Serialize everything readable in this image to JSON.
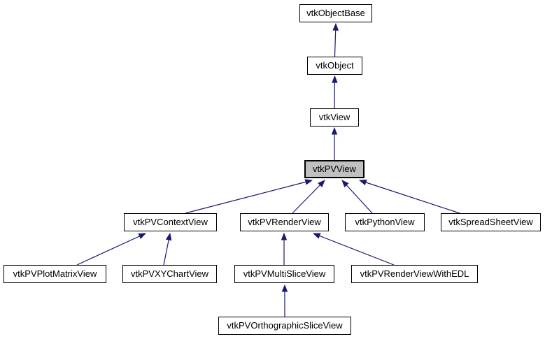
{
  "diagram": {
    "kind": "class-inheritance-graph",
    "colors": {
      "edge": "#191970",
      "node-border": "#000000",
      "node-fill": "#ffffff",
      "highlight-fill": "#c0c0c0",
      "text": "#000000",
      "background": "#ffffff"
    },
    "nodes": [
      {
        "id": "vtkObjectBase",
        "label": "vtkObjectBase",
        "highlighted": false
      },
      {
        "id": "vtkObject",
        "label": "vtkObject",
        "highlighted": false
      },
      {
        "id": "vtkView",
        "label": "vtkView",
        "highlighted": false
      },
      {
        "id": "vtkPVView",
        "label": "vtkPVView",
        "highlighted": true
      },
      {
        "id": "vtkPVContextView",
        "label": "vtkPVContextView",
        "highlighted": false
      },
      {
        "id": "vtkPVRenderView",
        "label": "vtkPVRenderView",
        "highlighted": false
      },
      {
        "id": "vtkPythonView",
        "label": "vtkPythonView",
        "highlighted": false
      },
      {
        "id": "vtkSpreadSheetView",
        "label": "vtkSpreadSheetView",
        "highlighted": false
      },
      {
        "id": "vtkPVPlotMatrixView",
        "label": "vtkPVPlotMatrixView",
        "highlighted": false
      },
      {
        "id": "vtkPVXYChartView",
        "label": "vtkPVXYChartView",
        "highlighted": false
      },
      {
        "id": "vtkPVMultiSliceView",
        "label": "vtkPVMultiSliceView",
        "highlighted": false
      },
      {
        "id": "vtkPVRenderViewWithEDL",
        "label": "vtkPVRenderViewWithEDL",
        "highlighted": false
      },
      {
        "id": "vtkPVOrthographicSliceView",
        "label": "vtkPVOrthographicSliceView",
        "highlighted": false
      }
    ],
    "edges": [
      {
        "from": "vtkObject",
        "to": "vtkObjectBase"
      },
      {
        "from": "vtkView",
        "to": "vtkObject"
      },
      {
        "from": "vtkPVView",
        "to": "vtkView"
      },
      {
        "from": "vtkPVContextView",
        "to": "vtkPVView"
      },
      {
        "from": "vtkPVRenderView",
        "to": "vtkPVView"
      },
      {
        "from": "vtkPythonView",
        "to": "vtkPVView"
      },
      {
        "from": "vtkSpreadSheetView",
        "to": "vtkPVView"
      },
      {
        "from": "vtkPVPlotMatrixView",
        "to": "vtkPVContextView"
      },
      {
        "from": "vtkPVXYChartView",
        "to": "vtkPVContextView"
      },
      {
        "from": "vtkPVMultiSliceView",
        "to": "vtkPVRenderView"
      },
      {
        "from": "vtkPVRenderViewWithEDL",
        "to": "vtkPVRenderView"
      },
      {
        "from": "vtkPVOrthographicSliceView",
        "to": "vtkPVMultiSliceView"
      }
    ]
  }
}
